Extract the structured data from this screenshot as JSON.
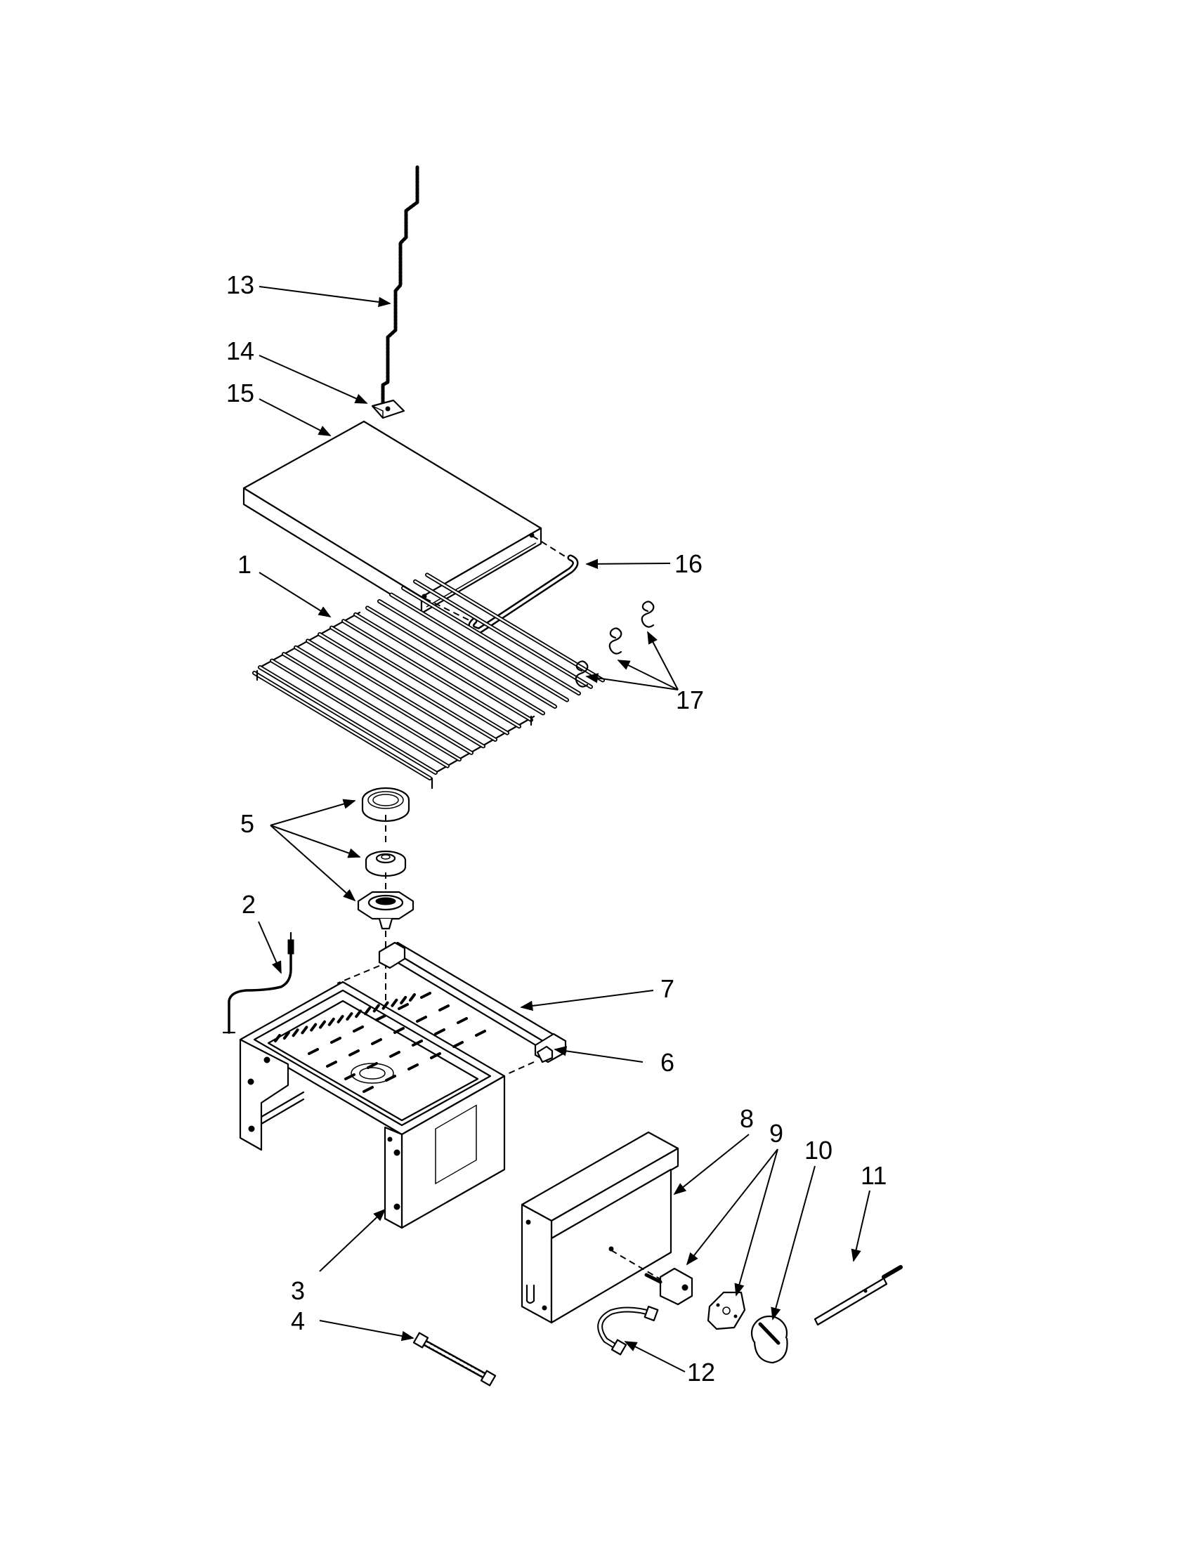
{
  "diagram": {
    "type": "exploded-parts-view",
    "callouts": [
      {
        "id": "c1",
        "label": "1"
      },
      {
        "id": "c2",
        "label": "2"
      },
      {
        "id": "c3",
        "label": "3"
      },
      {
        "id": "c4",
        "label": "4"
      },
      {
        "id": "c5",
        "label": "5"
      },
      {
        "id": "c6",
        "label": "6"
      },
      {
        "id": "c7",
        "label": "7"
      },
      {
        "id": "c8",
        "label": "8"
      },
      {
        "id": "c9",
        "label": "9"
      },
      {
        "id": "c10",
        "label": "10"
      },
      {
        "id": "c11",
        "label": "11"
      },
      {
        "id": "c12",
        "label": "12"
      },
      {
        "id": "c13",
        "label": "13"
      },
      {
        "id": "c14",
        "label": "14"
      },
      {
        "id": "c15",
        "label": "15"
      },
      {
        "id": "c16",
        "label": "16"
      },
      {
        "id": "c17",
        "label": "17"
      }
    ]
  }
}
